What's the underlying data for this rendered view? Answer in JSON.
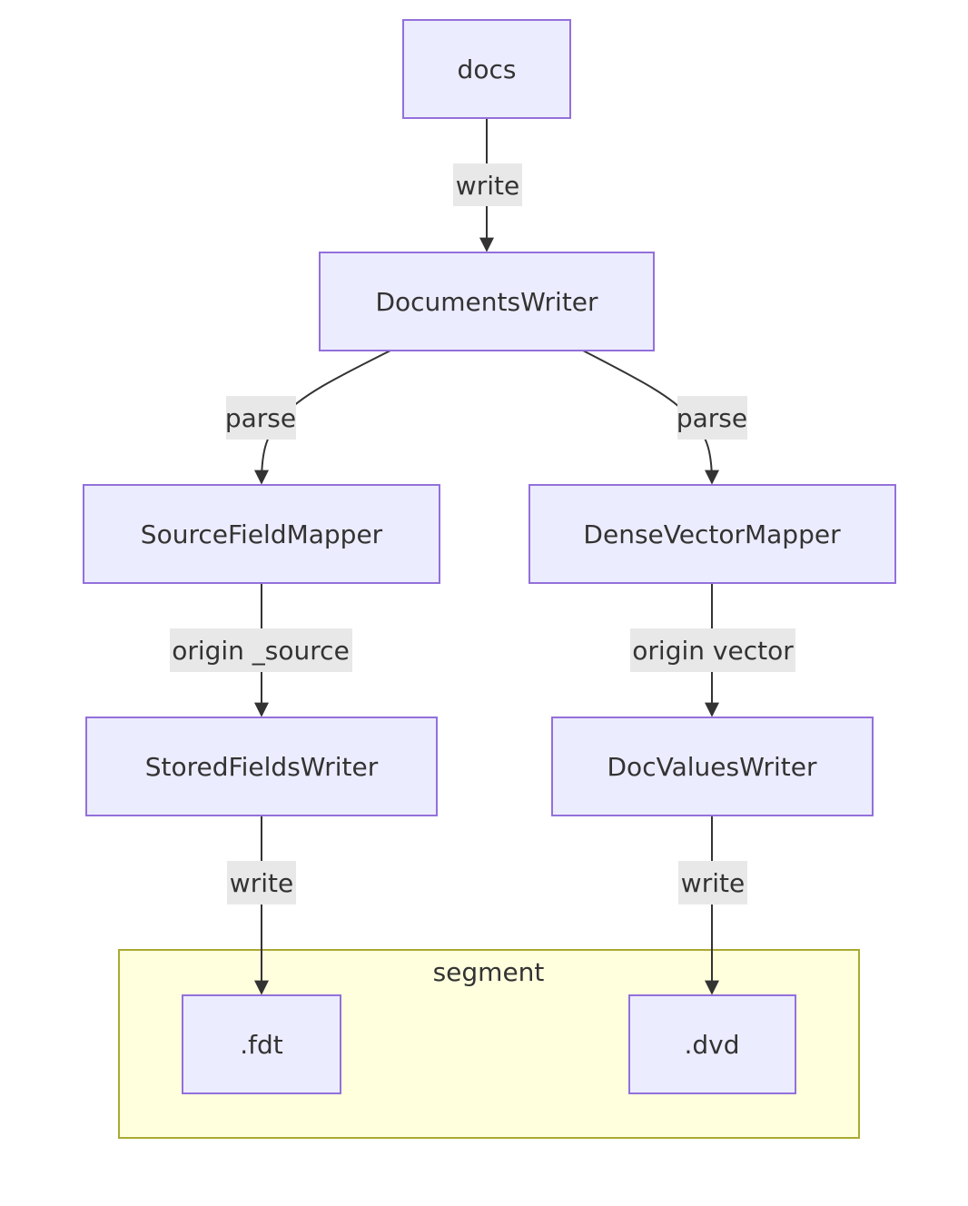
{
  "cluster": {
    "label": "segment"
  },
  "nodes": {
    "docs": "docs",
    "documents_writer": "DocumentsWriter",
    "source_field_mapper": "SourceFieldMapper",
    "dense_vector_mapper": "DenseVectorMapper",
    "stored_fields_writer": "StoredFieldsWriter",
    "doc_values_writer": "DocValuesWriter",
    "fdt": ".fdt",
    "dvd": ".dvd"
  },
  "edges": {
    "docs_to_documents_writer": "write",
    "documents_writer_to_source_field_mapper": "parse",
    "documents_writer_to_dense_vector_mapper": "parse",
    "source_field_mapper_to_stored_fields_writer": "origin _source",
    "dense_vector_mapper_to_doc_values_writer": "origin vector",
    "stored_fields_writer_to_fdt": "write",
    "doc_values_writer_to_dvd": "write"
  },
  "colors": {
    "node_fill": "#ECECFF",
    "node_stroke": "#9370DB",
    "cluster_fill": "#FFFFDE",
    "cluster_stroke": "#AAAA33",
    "edge_stroke": "#333333",
    "edge_label_bg": "#E8E8E8",
    "text": "#333333"
  }
}
